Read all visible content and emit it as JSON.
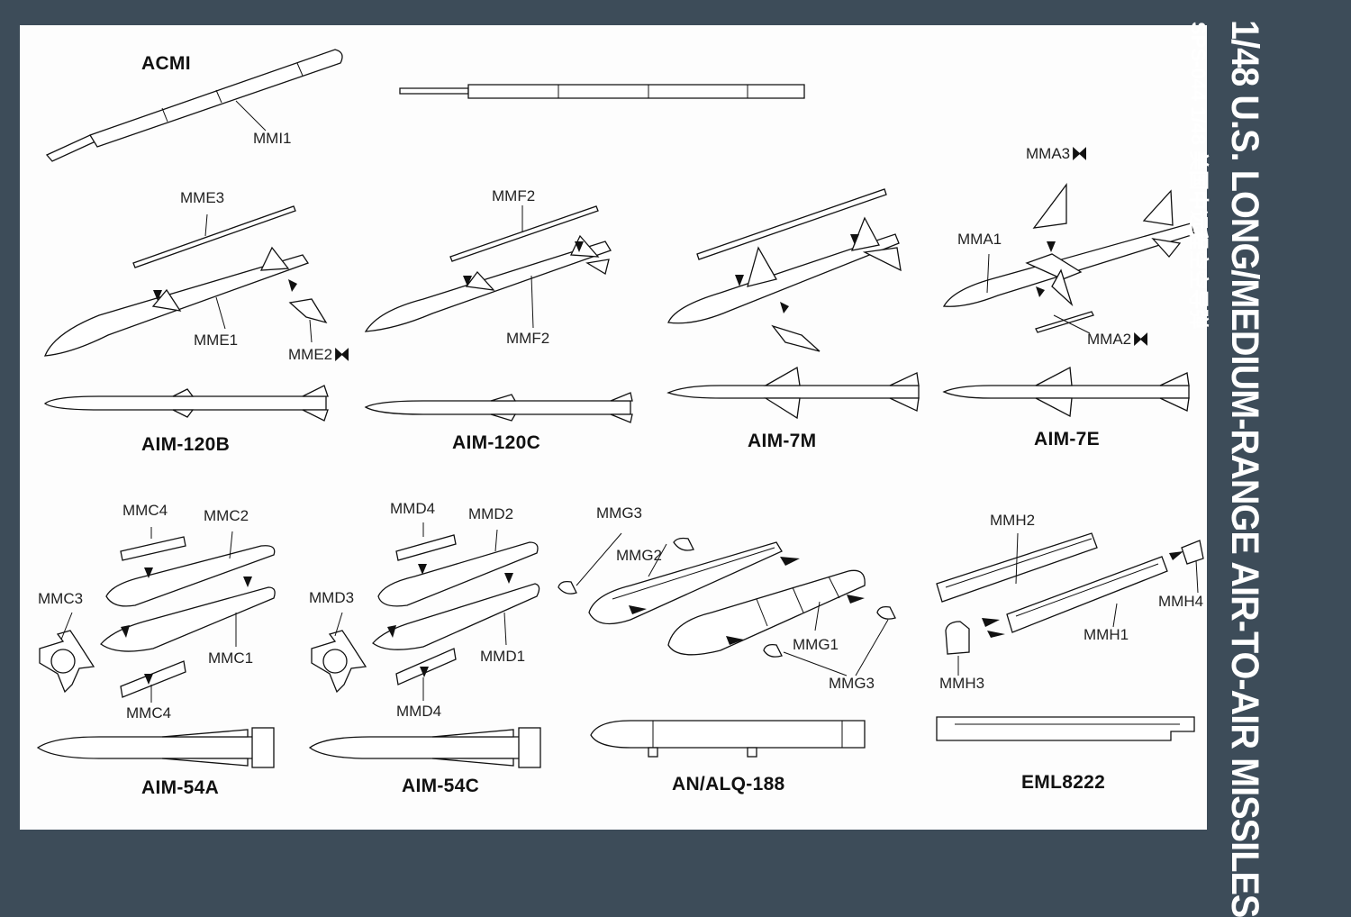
{
  "side_title": {
    "main": "1/48 U.S. LONG/MEDIUM-RANGE AIR-TO-AIR MISSILES",
    "sub": "SPS-044 1/48 美国中远程空空导弹"
  },
  "titles": {
    "acmi": "ACMI",
    "aim120b": "AIM-120B",
    "aim120c": "AIM-120C",
    "aim7m": "AIM-7M",
    "aim7e": "AIM-7E",
    "aim54a": "AIM-54A",
    "aim54c": "AIM-54C",
    "alq188": "AN/ALQ-188",
    "eml8222": "EML8222"
  },
  "parts": {
    "mmi1": "MMI1",
    "mme3": "MME3",
    "mme1": "MME1",
    "mme2": "MME2",
    "mmf2a": "MMF2",
    "mmf2b": "MMF2",
    "mma3": "MMA3",
    "mma1": "MMA1",
    "mma2": "MMA2",
    "mmc4a": "MMC4",
    "mmc2": "MMC2",
    "mmc3": "MMC3",
    "mmc1": "MMC1",
    "mmc4b": "MMC4",
    "mmd4a": "MMD4",
    "mmd2": "MMD2",
    "mmd3": "MMD3",
    "mmd1": "MMD1",
    "mmd4b": "MMD4",
    "mmg3a": "MMG3",
    "mmg2": "MMG2",
    "mmg1": "MMG1",
    "mmg3b": "MMG3",
    "mmh2": "MMH2",
    "mmh4": "MMH4",
    "mmh1": "MMH1",
    "mmh3": "MMH3"
  },
  "colors": {
    "frame": "#3d4c59",
    "sheet": "#fdfdfd",
    "ink": "#111111"
  }
}
